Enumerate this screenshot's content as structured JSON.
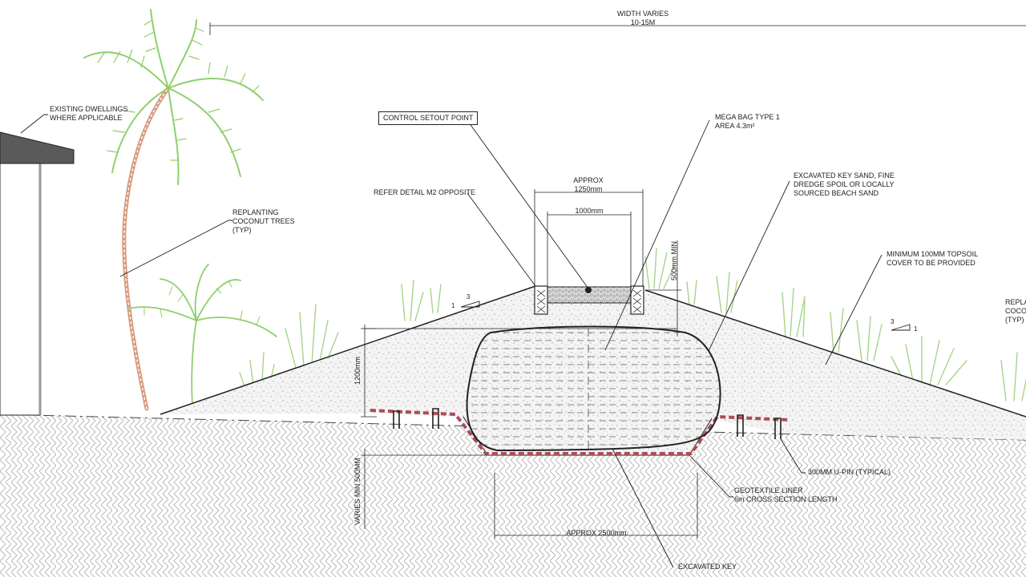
{
  "labels": {
    "width_varies": "WIDTH VARIES",
    "width_range": "10-15m",
    "existing_dwellings_1": "EXISTING DWELLINGS",
    "existing_dwellings_2": "WHERE APPLICABLE",
    "control_setout": "CONTROL SETOUT POINT",
    "mega_bag_1": "MEGA BAG TYPE 1",
    "mega_bag_2": "AREA 4.3m²",
    "excavated_sand_1": "EXCAVATED KEY SAND, FINE",
    "excavated_sand_2": "DREDGE SPOIL OR LOCALLY",
    "excavated_sand_3": "SOURCED BEACH SAND",
    "approx_top": "APPROX",
    "width_1250": "1250mm",
    "width_1000": "1000mm",
    "refer_detail": "REFER DETAIL M2 OPPOSITE",
    "replant_left_1": "REPLANTING",
    "replant_left_2": "COCONUT TREES",
    "replant_left_3": "(TYP)",
    "topsoil_1": "MINIMUM 100mm  TOPSOIL",
    "topsoil_2": "COVER TO BE PROVIDED",
    "min_500": "500mm MIN",
    "replant_right_1": "REPLA",
    "replant_right_2": "COCON",
    "replant_right_3": "(TYP)",
    "slope_left_rise": "3",
    "slope_left_run": "1",
    "slope_right_rise": "3",
    "slope_right_run": "1",
    "height_1200": "1200mm",
    "varies_min": "VARIES MIN 500mm",
    "upin": "300mm U-PIN (TYPICAL)",
    "geotextile_1": "GEOTEXTILE LINER",
    "geotextile_2": "6m CROSS SECTION LENGTH",
    "approx_2500": "APPROX 2500mm",
    "excavated_key": "EXCAVATED KEY"
  },
  "icons": [
    "coconut-tree-icon",
    "grass-tuft-icon",
    "u-pin-icon",
    "house-icon",
    "slope-triangle-icon"
  ],
  "colors": {
    "line": "#222222",
    "fill_sand": "#f4f4f4",
    "ground_hatch": "#b9b9b9",
    "palm_frond": "#8fcf6a",
    "palm_trunk": "#d89a7c",
    "grass": "#a6d48a",
    "liner": "#b04a57",
    "roof": "#5a5a5a"
  }
}
